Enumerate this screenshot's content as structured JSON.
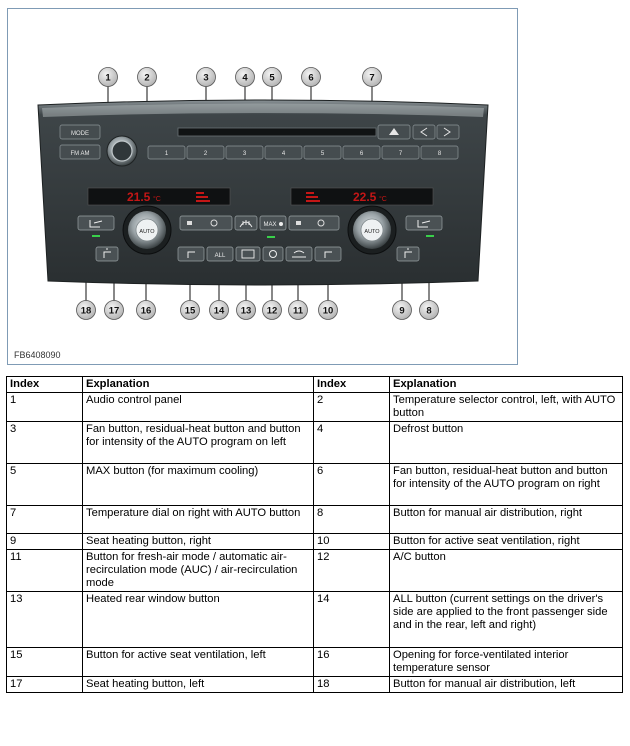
{
  "figure": {
    "code": "FB6408090",
    "callouts_top": [
      "1",
      "2",
      "3",
      "4",
      "5",
      "6",
      "7"
    ],
    "callouts_bottom": [
      "18",
      "17",
      "16",
      "15",
      "14",
      "13",
      "12",
      "11",
      "10",
      "9",
      "8"
    ],
    "panel": {
      "mode_label": "MODE",
      "fmam_label": "FM AM",
      "preset_numbers": [
        "1",
        "2",
        "3",
        "4",
        "5",
        "6",
        "7",
        "8"
      ],
      "temp_left": "21.5",
      "temp_right": "22.5",
      "temp_unit": "°C",
      "auto_label": "AUTO",
      "max_label": "MAX",
      "all_label": "ALL"
    }
  },
  "table": {
    "headers": [
      "Index",
      "Explanation",
      "Index",
      "Explanation"
    ],
    "rows": [
      [
        "1",
        "Audio control panel",
        "2",
        "Temperature selector control, left, with AUTO button"
      ],
      [
        "3",
        "Fan button, residual-heat button and button for intensity of the AUTO program on left",
        "4",
        "Defrost button"
      ],
      [
        "5",
        "MAX button (for maximum cooling)",
        "6",
        "Fan button, residual-heat button and button for intensity of the AUTO program on right"
      ],
      [
        "7",
        "Temperature dial on right with AUTO button",
        "8",
        "Button for manual air distribution, right"
      ],
      [
        "9",
        "Seat heating button, right",
        "10",
        "Button for active seat ventilation, right"
      ],
      [
        "11",
        "Button for fresh-air mode / automatic air-recirculation mode (AUC) / air-recirculation mode",
        "12",
        "A/C button"
      ],
      [
        "13",
        "Heated rear window button",
        "14",
        "ALL button (current settings on the driver's side are applied to the front passenger side and in the rear, left and right)"
      ],
      [
        "15",
        "Button for active seat ventilation, left",
        "16",
        "Opening for force-ventilated interior temperature sensor"
      ],
      [
        "17",
        "Seat heating button, left",
        "18",
        "Button for manual air distribution, left"
      ]
    ]
  },
  "colors": {
    "panel": "#2b3133",
    "panel_light": "#6c7477",
    "display": "#b31212",
    "callout_fill": "#d0d0d0",
    "frame": "#7f9bb5"
  }
}
